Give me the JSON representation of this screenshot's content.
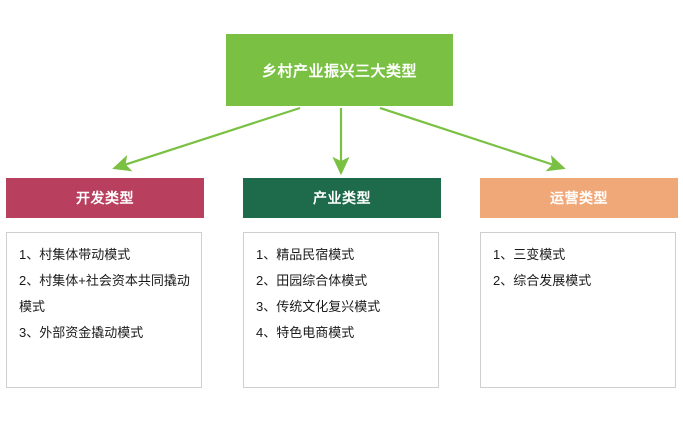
{
  "diagram": {
    "root": {
      "label": "乡村产业振兴三大类型",
      "color": "#7ac143"
    },
    "columns": [
      {
        "header": "开发类型",
        "header_color": "#b93f5e",
        "items": [
          "1、村集体带动模式",
          "2、村集体+社会资本共同撬动模式",
          "3、外部资金撬动模式"
        ]
      },
      {
        "header": "产业类型",
        "header_color": "#1d6b4b",
        "items": [
          "1、精品民宿模式",
          "2、田园综合体模式",
          "3、传统文化复兴模式",
          "4、特色电商模式"
        ]
      },
      {
        "header": "运营类型",
        "header_color": "#f0a878",
        "items": [
          "1、三变模式",
          "2、综合发展模式"
        ]
      }
    ],
    "arrow_color": "#7ac143"
  }
}
